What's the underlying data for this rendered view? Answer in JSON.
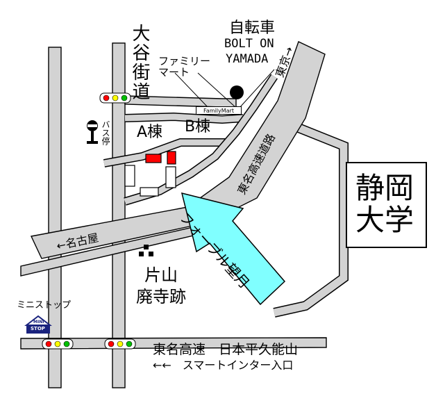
{
  "map": {
    "road_labels": {
      "ootani_kaido": "大谷街道",
      "tomei_expressway": "東名高速道路",
      "to_tokyo": "東京→",
      "to_nagoya": "←名古屋"
    },
    "landmarks": {
      "bike_shop_line1": "自転車",
      "bike_shop_line2": "BOLT ON",
      "bike_shop_line3": "YAMADA",
      "family_mart": "ファミリー\nマート",
      "family_mart_sign": "FamilyMart",
      "bus_stop": "バス停",
      "building_a": "A棟",
      "building_b": "B棟",
      "ruins_line1": "片山",
      "ruins_line2": "廃寺跡",
      "ministop": "ミニストップ",
      "ministop_logo_line1": "MINI",
      "ministop_logo_line2": "STOP",
      "university_line1": "静岡",
      "university_line2": "大学",
      "forefront_label": "フォーブル望月"
    },
    "bottom_note": {
      "line1": "東名高速　日本平久能山",
      "line2": "←←　スマートインター入口"
    },
    "colors": {
      "road": "#d3d3d3",
      "road_edge": "#000000",
      "building_red": "#ff0000",
      "arrow_fill": "#80ffff",
      "signal_red": "#ff0000",
      "signal_yellow": "#ffff00",
      "signal_green": "#00c000"
    },
    "icons": [
      "traffic-light-icon",
      "bus-stop-icon",
      "ministop-logo-icon",
      "arrow-icon"
    ]
  }
}
